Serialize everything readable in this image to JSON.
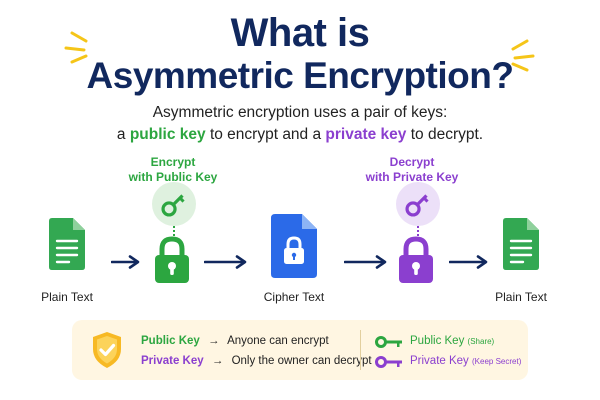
{
  "title": {
    "line1": "What is",
    "line2": "Asymmetric Encryption?"
  },
  "subtitle": {
    "line1": "Asymmetric encryption uses a pair of keys:",
    "line2_part1": "a ",
    "line2_public": "public key",
    "line2_part2": " to encrypt and a ",
    "line2_private": "private key",
    "line2_part3": " to decrypt."
  },
  "steps": {
    "encrypt": {
      "line1": "Encrypt",
      "line2": "with Public Key"
    },
    "decrypt": {
      "line1": "Decrypt",
      "line2": "with Private Key"
    }
  },
  "flow": {
    "plain_left": "Plain Text",
    "cipher": "Cipher Text",
    "plain_right": "Plain Text"
  },
  "legend": {
    "public_label": "Public Key",
    "public_desc": "Anyone can encrypt",
    "private_label": "Private Key",
    "private_desc": "Only the owner can decrypt",
    "arrow": "→",
    "key_public": "Public Key",
    "key_public_note": "(Share)",
    "key_private": "Private Key",
    "key_private_note": "(Keep Secret)"
  },
  "icons": {
    "shield": "shield-check-icon",
    "document": "document-icon",
    "lock": "padlock-icon",
    "key": "key-icon",
    "arrow": "arrow-right-icon"
  },
  "colors": {
    "title": "#11285e",
    "public": "#2ca640",
    "private": "#8b3fcf",
    "cipher": "#2b6ae8",
    "document": "#33a852",
    "sparkle": "#f5c518",
    "legend_bg": "#fff6e2"
  }
}
